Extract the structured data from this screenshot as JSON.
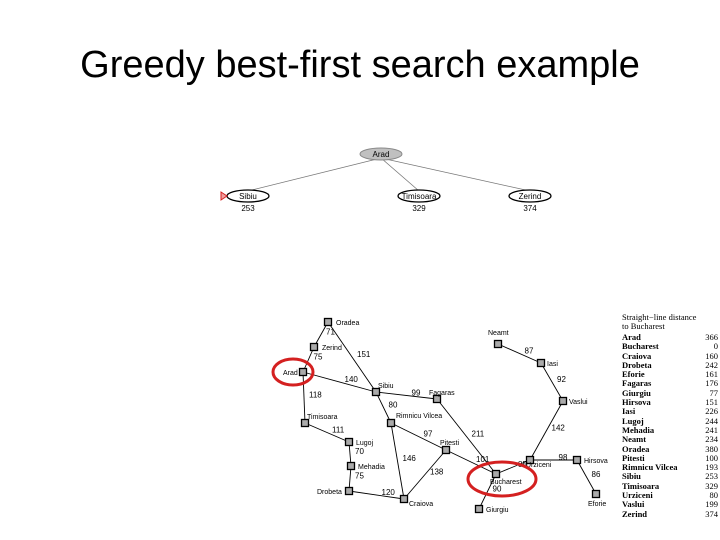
{
  "title": "Greedy best-first search example",
  "tree": {
    "root": "Arad",
    "children": [
      {
        "name": "Sibiu",
        "h": "253",
        "selected": true
      },
      {
        "name": "Timisoara",
        "h": "329"
      },
      {
        "name": "Zerind",
        "h": "374"
      }
    ]
  },
  "map": {
    "cities": [
      "Oradea",
      "Zerind",
      "Arad",
      "Sibiu",
      "Fagaras",
      "Timisoara",
      "Rimnicu Vilcea",
      "Lugoj",
      "Pitesti",
      "Mehadia",
      "Drobeta",
      "Craiova",
      "Bucharest",
      "Giurgiu",
      "Urziceni",
      "Hirsova",
      "Eforie",
      "Vaslui",
      "Iasi",
      "Neamt"
    ],
    "roads": [
      [
        "Oradea",
        "Zerind",
        "71"
      ],
      [
        "Zerind",
        "Arad",
        "75"
      ],
      [
        "Arad",
        "Sibiu",
        "140"
      ],
      [
        "Oradea",
        "Sibiu",
        "151"
      ],
      [
        "Arad",
        "Timisoara",
        "118"
      ],
      [
        "Timisoara",
        "Lugoj",
        "111"
      ],
      [
        "Lugoj",
        "Mehadia",
        "70"
      ],
      [
        "Mehadia",
        "Drobeta",
        "75"
      ],
      [
        "Drobeta",
        "Craiova",
        "120"
      ],
      [
        "Sibiu",
        "Fagaras",
        "99"
      ],
      [
        "Sibiu",
        "Rimnicu Vilcea",
        "80"
      ],
      [
        "Rimnicu Vilcea",
        "Pitesti",
        "97"
      ],
      [
        "Rimnicu Vilcea",
        "Craiova",
        "146"
      ],
      [
        "Craiova",
        "Pitesti",
        "138"
      ],
      [
        "Pitesti",
        "Bucharest",
        "101"
      ],
      [
        "Fagaras",
        "Bucharest",
        "211"
      ],
      [
        "Bucharest",
        "Giurgiu",
        "90"
      ],
      [
        "Bucharest",
        "Urziceni",
        "85"
      ],
      [
        "Urziceni",
        "Hirsova",
        "98"
      ],
      [
        "Hirsova",
        "Eforie",
        "86"
      ],
      [
        "Urziceni",
        "Vaslui",
        "142"
      ],
      [
        "Vaslui",
        "Iasi",
        "92"
      ],
      [
        "Iasi",
        "Neamt",
        "87"
      ]
    ],
    "highlighted": [
      "Arad",
      "Bucharest"
    ],
    "highlight_color": "#d42020"
  },
  "table": {
    "header_line1": "Straight−line distance",
    "header_line2": "to Bucharest",
    "rows": [
      [
        "Arad",
        "366"
      ],
      [
        "Bucharest",
        "0"
      ],
      [
        "Craiova",
        "160"
      ],
      [
        "Drobeta",
        "242"
      ],
      [
        "Eforie",
        "161"
      ],
      [
        "Fagaras",
        "176"
      ],
      [
        "Giurgiu",
        "77"
      ],
      [
        "Hirsova",
        "151"
      ],
      [
        "Iasi",
        "226"
      ],
      [
        "Lugoj",
        "244"
      ],
      [
        "Mehadia",
        "241"
      ],
      [
        "Neamt",
        "234"
      ],
      [
        "Oradea",
        "380"
      ],
      [
        "Pitesti",
        "100"
      ],
      [
        "Rimnicu Vilcea",
        "193"
      ],
      [
        "Sibiu",
        "253"
      ],
      [
        "Timisoara",
        "329"
      ],
      [
        "Urziceni",
        "80"
      ],
      [
        "Vaslui",
        "199"
      ],
      [
        "Zerind",
        "374"
      ]
    ]
  }
}
